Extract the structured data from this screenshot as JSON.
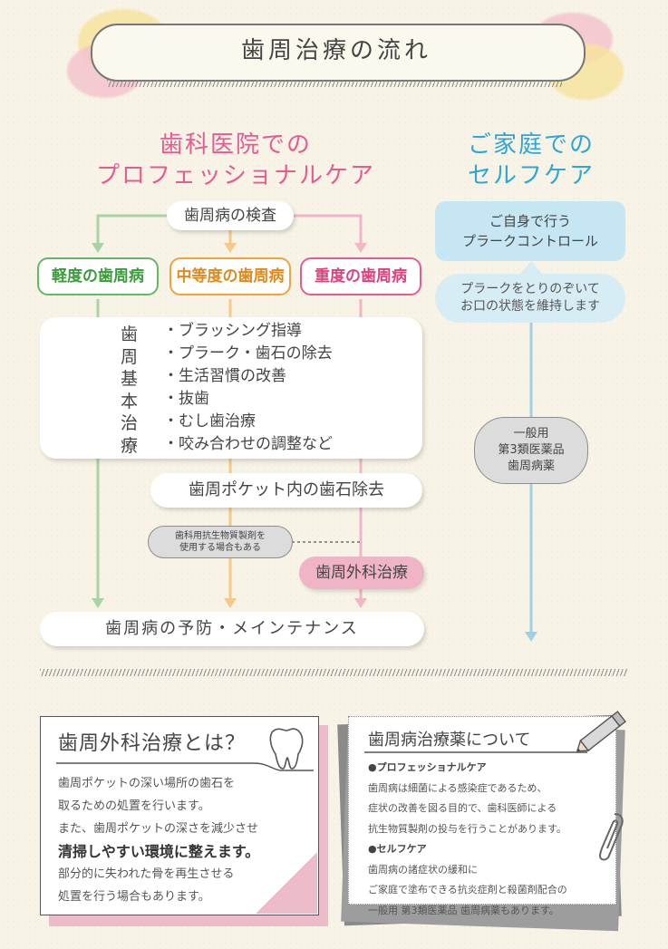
{
  "title": "歯周治療の流れ",
  "professional_heading": [
    "歯科医院での",
    "プロフェッショナルケア"
  ],
  "self_heading": [
    "ご家庭での",
    "セルフケア"
  ],
  "exam": "歯周病の検査",
  "severity": {
    "mild": "軽度の歯周病",
    "moderate": "中等度の歯周病",
    "severe": "重度の歯周病"
  },
  "basic_treatment": {
    "vertical": [
      "歯",
      "周",
      "基",
      "本",
      "治",
      "療"
    ],
    "items": [
      "・ブラッシング指導",
      "・プラーク・歯石の除去",
      "・生活習慣の改善",
      "・抜歯",
      "・むし歯治療",
      "・咬み合わせの調整など"
    ]
  },
  "pocket_scaling": "歯周ポケット内の歯石除去",
  "antibiotic_note": [
    "歯科用抗生物質製剤を",
    "使用する場合もある"
  ],
  "surgery": "歯周外科治療",
  "maintenance": "歯周病の予防・メインテナンス",
  "self_care": {
    "plaque_control": [
      "ご自身で行う",
      "プラークコントロール"
    ],
    "maintain": [
      "プラークをとりのぞいて",
      "お口の状態を維持します"
    ],
    "otc": [
      "一般用",
      "第3類医薬品",
      "歯周病薬"
    ]
  },
  "surgery_card": {
    "title": "歯周外科治療とは？",
    "lines": [
      "歯周ポケットの深い場所の歯石を",
      "取るための処置を行います。",
      "また、歯周ポケットの深さを減少させ"
    ],
    "emphasis": "清掃しやすい環境に整えます。",
    "lines2": [
      "部分的に失われた骨を再生させる",
      "処置を行う場合もあります。"
    ],
    "icon": "tooth-icon"
  },
  "drug_card": {
    "title": "歯周病治療薬について",
    "pro_heading": "●プロフェッショナルケア",
    "pro_lines": [
      "歯周病は細菌による感染症であるため、",
      "症状の改善を図る目的で、歯科医師による",
      "抗生物質製剤の投与を行うことがあります。"
    ],
    "self_heading": "●セルフケア",
    "self_lines": [
      "歯周病の諸症状の緩和に",
      "ご家庭で塗布できる抗炎症剤と殺菌剤配合の",
      "一般用 第3類医薬品 歯周病薬もあります。"
    ],
    "icons": [
      "pencil-icon",
      "paperclip-icon"
    ]
  },
  "colors": {
    "green": "#66b666",
    "orange": "#f0a23c",
    "pink": "#e45c92",
    "blue": "#2ea6d6",
    "green_line": "#a9d3a3",
    "orange_line": "#f5c98a",
    "pink_line": "#efb6c5",
    "blue_line": "#9fd0e4"
  }
}
